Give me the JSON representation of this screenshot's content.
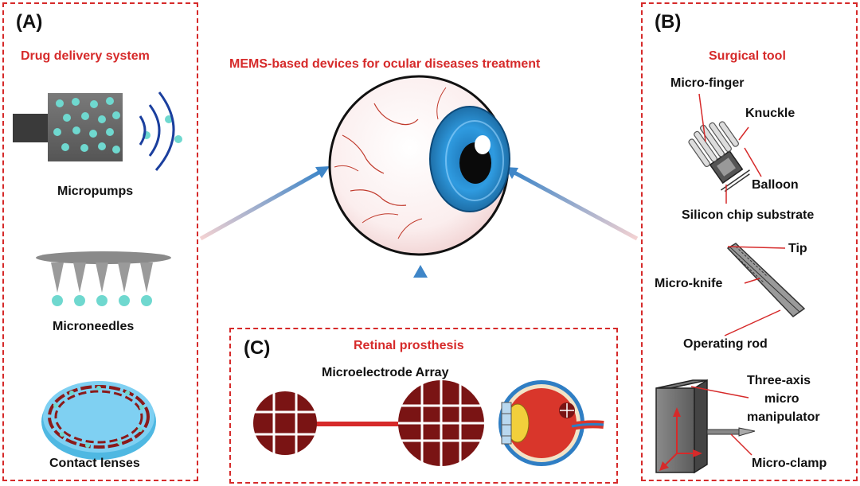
{
  "title": "MEMS-based devices for ocular diseases treatment",
  "panel_a": {
    "letter": "(A)",
    "heading": "Drug delivery system",
    "items": [
      "Micropumps",
      "Microneedles",
      "Contact lenses"
    ]
  },
  "panel_b": {
    "letter": "(B)",
    "heading": "Surgical tool",
    "labels": {
      "micro_finger": "Micro-finger",
      "knuckle": "Knuckle",
      "balloon": "Balloon",
      "substrate": "Silicon chip substrate",
      "tip": "Tip",
      "micro_knife": "Micro-knife",
      "operating_rod": "Operating rod",
      "manipulator_1": "Three-axis",
      "manipulator_2": "micro",
      "manipulator_3": "manipulator",
      "micro_clamp": "Micro-clamp"
    }
  },
  "panel_c": {
    "letter": "(C)",
    "heading": "Retinal prosthesis",
    "array_label": "Microelectrode Array"
  },
  "colors": {
    "border_red": "#d62a2a",
    "arrow_blue": "#3f86c8",
    "iris_blue": "#2f9be0",
    "electrode_dark": "#7a1414",
    "drug_particle": "#6fd8cf"
  }
}
